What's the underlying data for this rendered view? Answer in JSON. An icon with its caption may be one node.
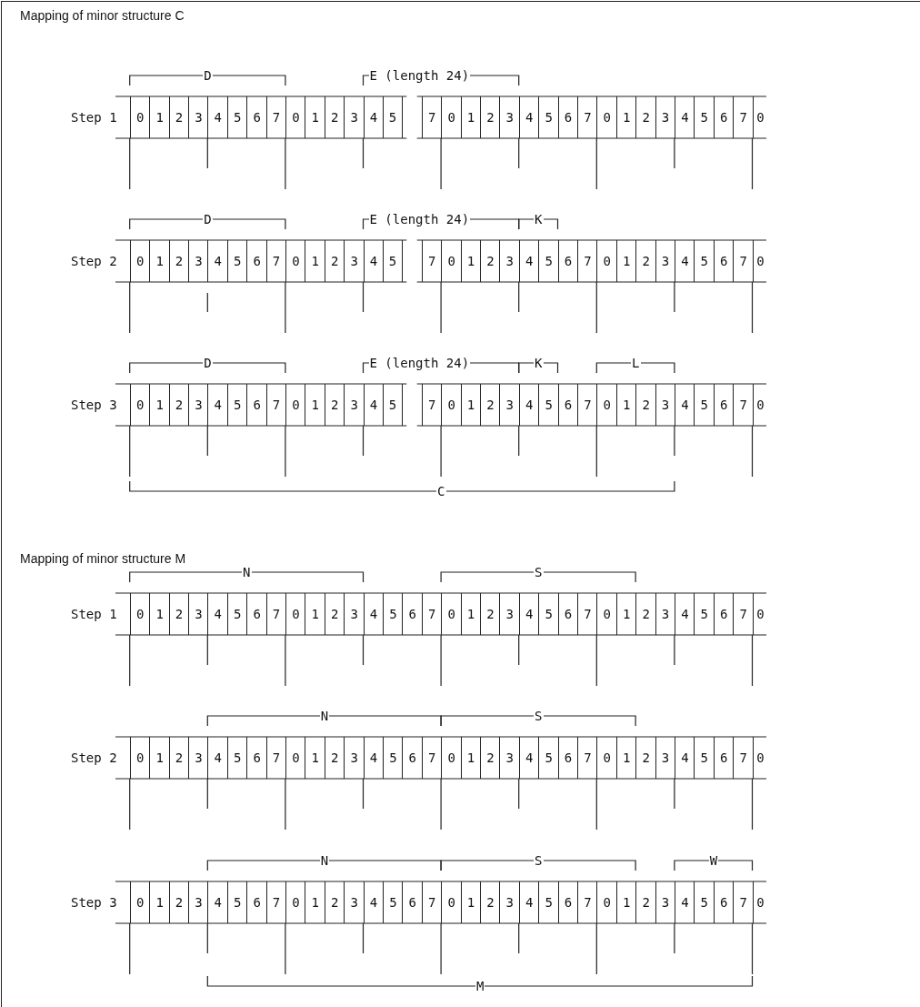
{
  "diagram": {
    "labels": [
      "Mapping of minor structure C",
      "D",
      "E (length 24)",
      "Step 1",
      "0",
      "1",
      "2",
      "3",
      "4",
      "5",
      "6",
      "7",
      "0",
      "1",
      "2",
      "3",
      "4",
      "5",
      "7",
      "0",
      "1",
      "2",
      "3",
      "4",
      "5",
      "6",
      "7",
      "0",
      "1",
      "2",
      "3",
      "4",
      "5",
      "6",
      "7",
      "0",
      "D",
      "E (length 24)",
      "K",
      "Step 2",
      "0",
      "1",
      "2",
      "3",
      "4",
      "5",
      "6",
      "7",
      "0",
      "1",
      "2",
      "3",
      "4",
      "5",
      "7",
      "0",
      "1",
      "2",
      "3",
      "4",
      "5",
      "6",
      "7",
      "0",
      "1",
      "2",
      "3",
      "4",
      "5",
      "6",
      "7",
      "0",
      "D",
      "E (length 24)",
      "K",
      "L",
      "Step 3",
      "0",
      "1",
      "2",
      "3",
      "4",
      "5",
      "6",
      "7",
      "0",
      "1",
      "2",
      "3",
      "4",
      "5",
      "7",
      "0",
      "1",
      "2",
      "3",
      "4",
      "5",
      "6",
      "7",
      "0",
      "1",
      "2",
      "3",
      "4",
      "5",
      "6",
      "7",
      "0",
      "C",
      "Mapping of minor structure M",
      "N",
      "S",
      "Step 1",
      "0",
      "1",
      "2",
      "3",
      "4",
      "5",
      "6",
      "7",
      "0",
      "1",
      "2",
      "3",
      "4",
      "5",
      "6",
      "7",
      "0",
      "1",
      "2",
      "3",
      "4",
      "5",
      "6",
      "7",
      "0",
      "1",
      "2",
      "3",
      "4",
      "5",
      "6",
      "7",
      "0",
      "N",
      "S",
      "Step 2",
      "0",
      "1",
      "2",
      "3",
      "4",
      "5",
      "6",
      "7",
      "0",
      "1",
      "2",
      "3",
      "4",
      "5",
      "6",
      "7",
      "0",
      "1",
      "2",
      "3",
      "4",
      "5",
      "6",
      "7",
      "0",
      "1",
      "2",
      "3",
      "4",
      "5",
      "6",
      "7",
      "0",
      "N",
      "S",
      "W",
      "Step 3",
      "0",
      "1",
      "2",
      "3",
      "4",
      "5",
      "6",
      "7",
      "0",
      "1",
      "2",
      "3",
      "4",
      "5",
      "6",
      "7",
      "0",
      "1",
      "2",
      "3",
      "4",
      "5",
      "6",
      "7",
      "0",
      "1",
      "2",
      "3",
      "4",
      "5",
      "6",
      "7",
      "0",
      "M"
    ]
  }
}
